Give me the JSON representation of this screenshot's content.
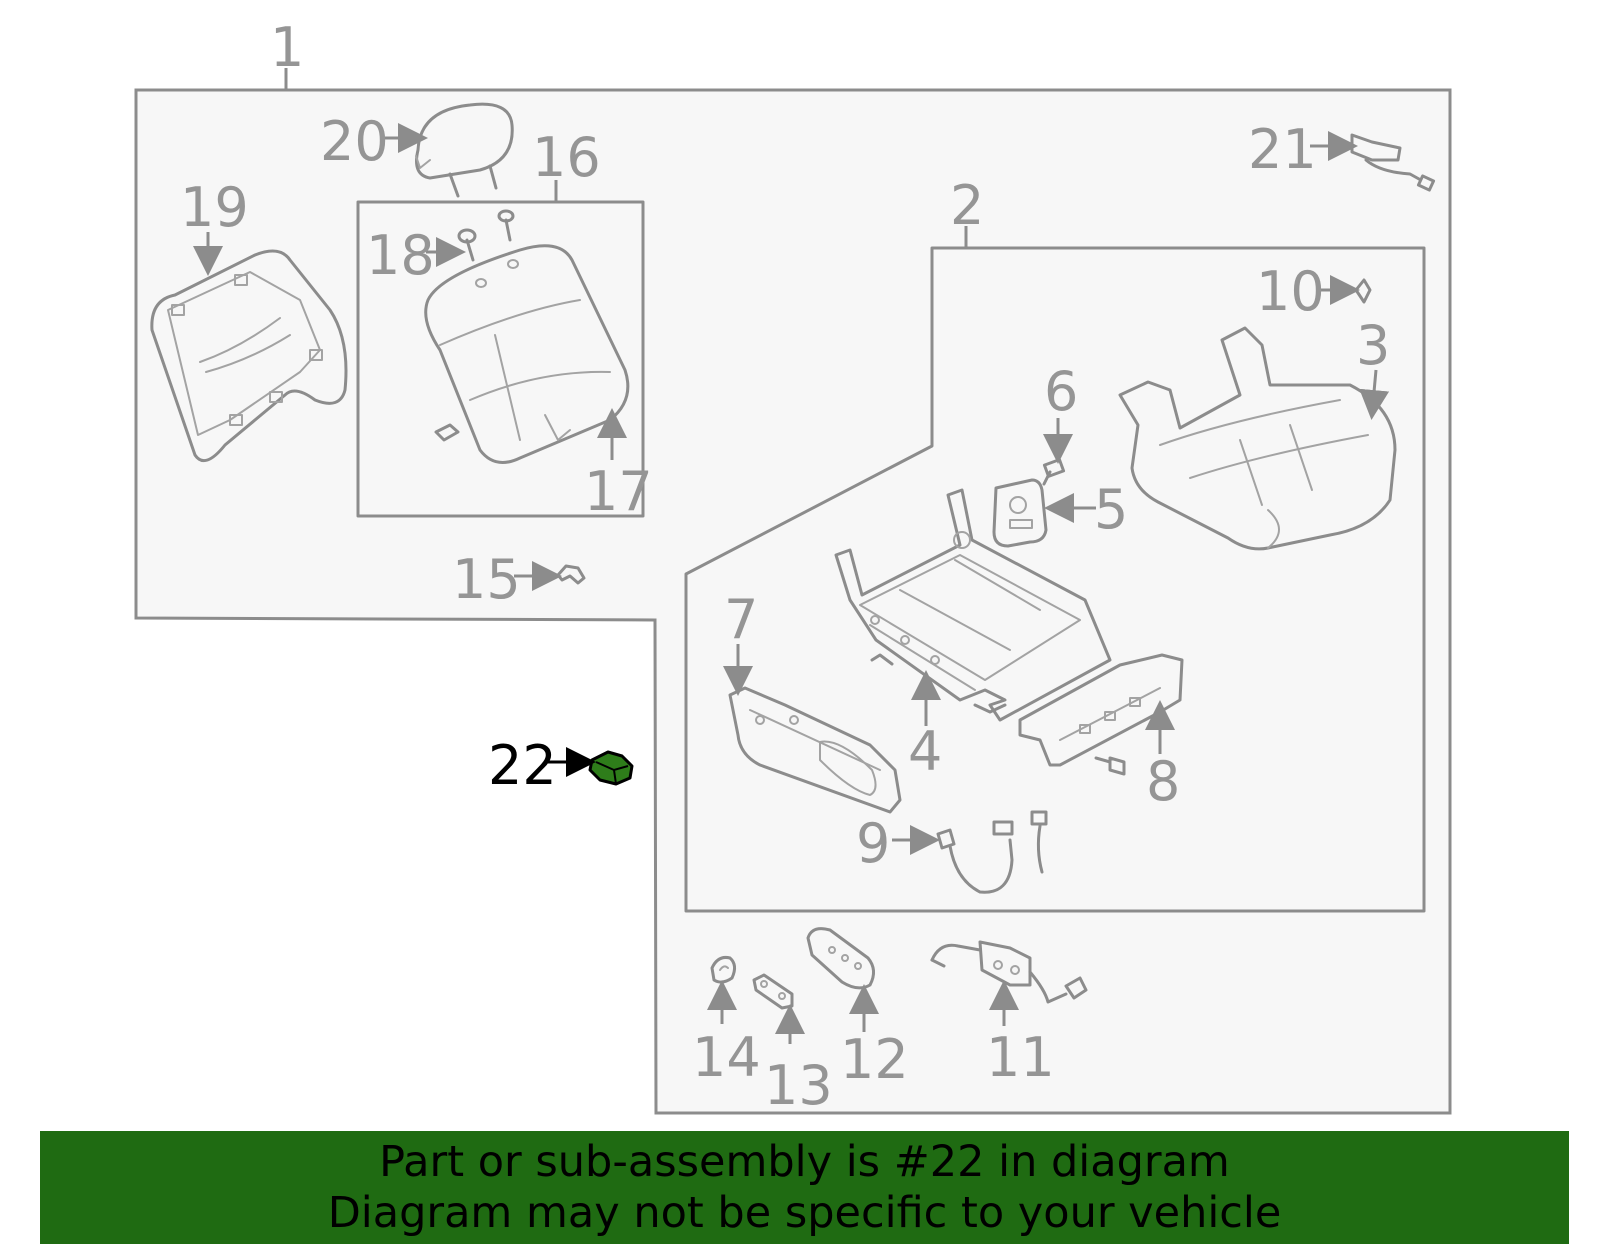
{
  "callouts": {
    "c1": "1",
    "c2": "2",
    "c3": "3",
    "c4": "4",
    "c5": "5",
    "c6": "6",
    "c7": "7",
    "c8": "8",
    "c9": "9",
    "c10": "10",
    "c11": "11",
    "c12": "12",
    "c13": "13",
    "c14": "14",
    "c15": "15",
    "c16": "16",
    "c17": "17",
    "c18": "18",
    "c19": "19",
    "c20": "20",
    "c21": "21",
    "c22": "22"
  },
  "highlight": {
    "part_number": "22",
    "color": "#2e7d1a"
  },
  "banner": {
    "line1": "Part or sub-assembly is #22 in diagram",
    "line2": "Diagram may not be specific to your vehicle",
    "background": "#1f6b12"
  },
  "colors": {
    "line": "#8c8c8c",
    "fill": "#f7f7f7",
    "label": "#959595"
  }
}
